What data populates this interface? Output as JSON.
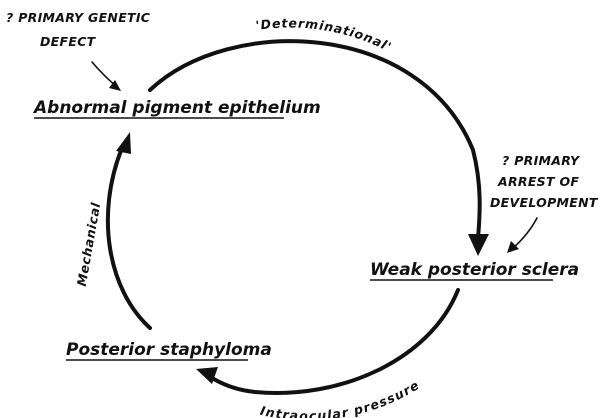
{
  "nodes": {
    "abnormal_rpe": "Abnormal pigment epithelium",
    "weak_sclera": "Weak posterior sclera",
    "staphyloma": "Posterior staphyloma"
  },
  "edges": {
    "determinational": "'Determinational'",
    "intraocular_pressure": "Intraocular pressure",
    "mechanical": "Mechanical"
  },
  "annotations": {
    "genetic_defect": [
      "? PRIMARY GENETIC",
      "DEFECT"
    ],
    "arrest_of_development": [
      "? PRIMARY",
      "ARREST OF",
      "DEVELOPMENT"
    ]
  }
}
